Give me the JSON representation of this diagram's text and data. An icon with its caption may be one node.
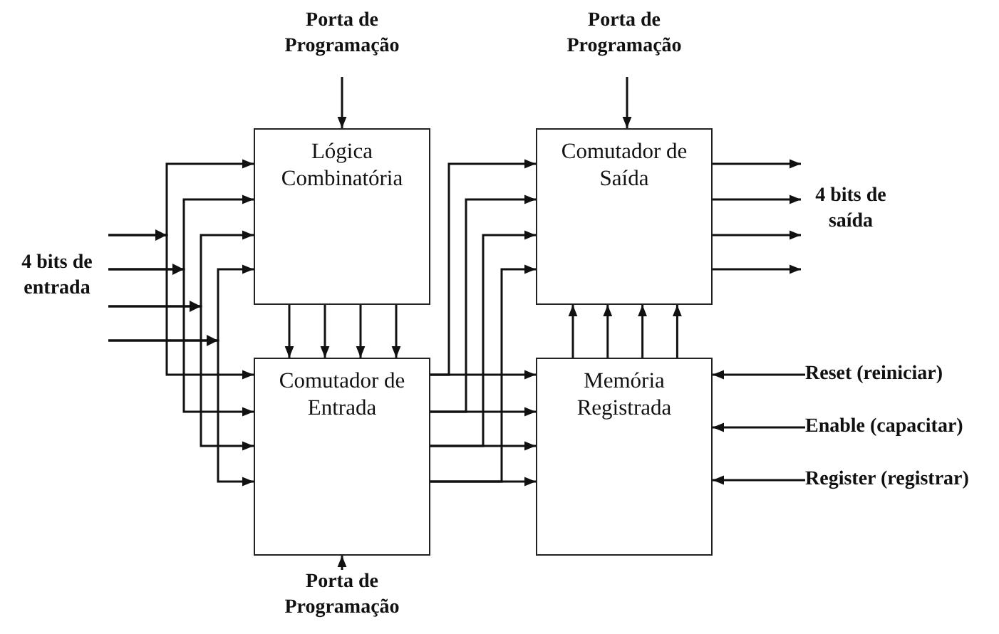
{
  "diagram": {
    "nodes": [
      {
        "text": [
          "Porta de Programação"
        ]
      },
      {
        "text": [
          "Porta de Programação"
        ]
      },
      {
        "text": [
          "Lógica Combinatória"
        ]
      },
      {
        "text": [
          "Comutador de Saída"
        ]
      },
      {
        "text": [
          "4 bits de entrada"
        ]
      },
      {
        "text": [
          "Comutador de Entrada"
        ]
      },
      {
        "text": [
          "Memória Registrada"
        ]
      },
      {
        "text": [
          "4 bits de saída"
        ]
      },
      {
        "text": [
          "Reset (reiniciar)"
        ]
      },
      {
        "text": [
          "Enable (capacitar)"
        ]
      },
      {
        "text": [
          "Register (registrar)"
        ]
      },
      {
        "text": [
          "Porta de Programação"
        ]
      }
    ],
    "edges": [
      {
        "from": 0,
        "to": 2,
        "arrow": "to"
      },
      {
        "from": 1,
        "to": 3,
        "arrow": "to"
      },
      {
        "from": 4,
        "to": 2,
        "arrow": "to"
      },
      {
        "from": 4,
        "to": 2,
        "arrow": "to"
      },
      {
        "from": 4,
        "to": 2,
        "arrow": "to"
      },
      {
        "from": 4,
        "to": 2,
        "arrow": "to"
      },
      {
        "from": 4,
        "to": 5,
        "arrow": "to"
      },
      {
        "from": 4,
        "to": 5,
        "arrow": "to"
      },
      {
        "from": 4,
        "to": 5,
        "arrow": "to"
      },
      {
        "from": 4,
        "to": 5,
        "arrow": "to"
      },
      {
        "from": 2,
        "to": 5,
        "arrow": "to"
      },
      {
        "from": 2,
        "to": 5,
        "arrow": "to"
      },
      {
        "from": 2,
        "to": 5,
        "arrow": "to"
      },
      {
        "from": 2,
        "to": 5,
        "arrow": "to"
      },
      {
        "from": 5,
        "to": 6,
        "arrow": "to"
      },
      {
        "from": 5,
        "to": 6,
        "arrow": "to"
      },
      {
        "from": 5,
        "to": 6,
        "arrow": "to"
      },
      {
        "from": 5,
        "to": 6,
        "arrow": "to"
      },
      {
        "from": 5,
        "to": 3,
        "arrow": "to"
      },
      {
        "from": 5,
        "to": 3,
        "arrow": "to"
      },
      {
        "from": 5,
        "to": 3,
        "arrow": "to"
      },
      {
        "from": 5,
        "to": 3,
        "arrow": "to"
      },
      {
        "from": 6,
        "to": 3,
        "arrow": "to"
      },
      {
        "from": 6,
        "to": 3,
        "arrow": "to"
      },
      {
        "from": 6,
        "to": 3,
        "arrow": "to"
      },
      {
        "from": 6,
        "to": 3,
        "arrow": "to"
      },
      {
        "from": 3,
        "to": 7,
        "arrow": "to"
      },
      {
        "from": 3,
        "to": 7,
        "arrow": "to"
      },
      {
        "from": 3,
        "to": 7,
        "arrow": "to"
      },
      {
        "from": 3,
        "to": 7,
        "arrow": "to"
      },
      {
        "from": 8,
        "to": 6,
        "arrow": "to"
      },
      {
        "from": 9,
        "to": 6,
        "arrow": "to"
      },
      {
        "from": 10,
        "to": 6,
        "arrow": "to"
      },
      {
        "from": 11,
        "to": 5,
        "arrow": "to"
      }
    ]
  }
}
